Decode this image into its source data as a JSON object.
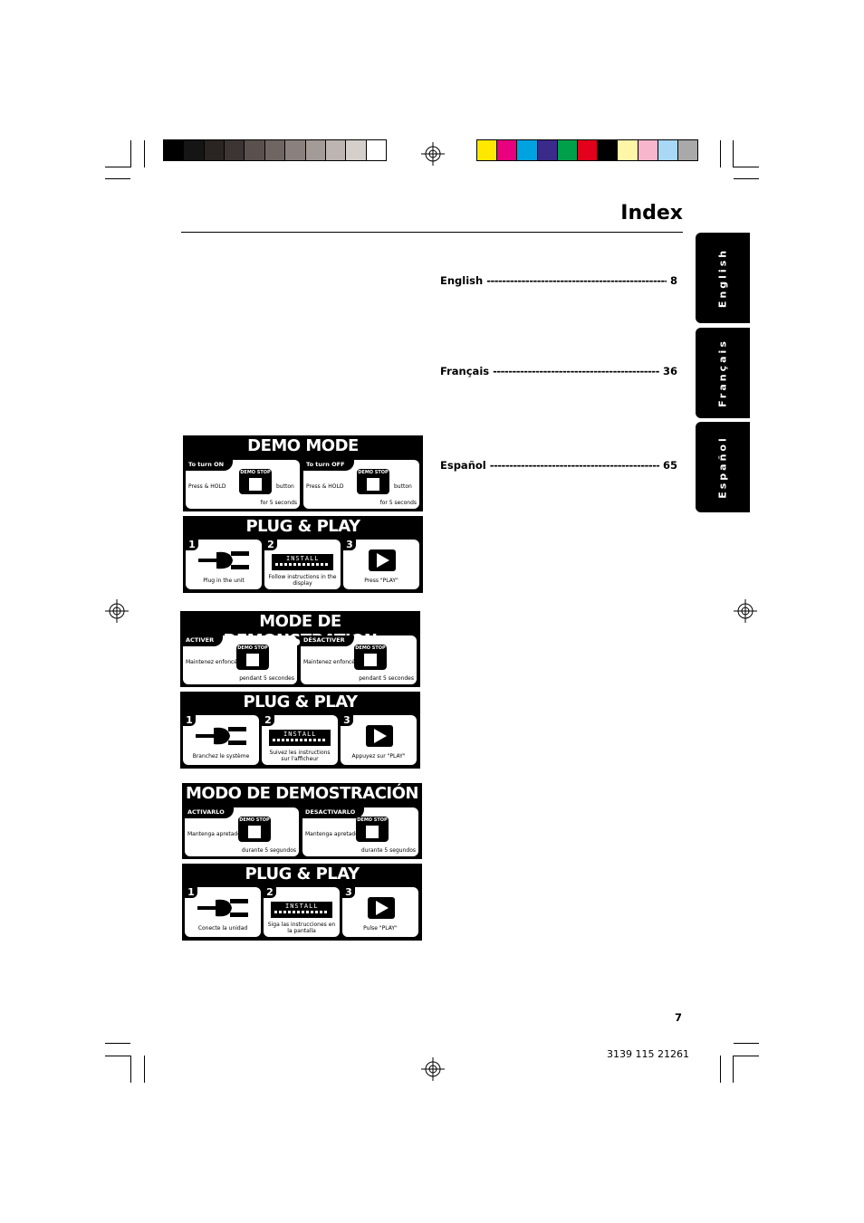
{
  "title": "Index",
  "entries": [
    {
      "lang": "English",
      "dots": "------------------------------------------------------------------",
      "page": "8"
    },
    {
      "lang": "Français",
      "dots": "------------------------------------------------------------------",
      "page": "36"
    },
    {
      "lang": "Español",
      "dots": "------------------------------------------------------------------",
      "page": "65"
    }
  ],
  "tabs": [
    "English",
    "Français",
    "Español"
  ],
  "strip_left_colors": [
    "#000000",
    "#151515",
    "#2a2522",
    "#3c3533",
    "#5a514e",
    "#6f6663",
    "#8a817e",
    "#a39b97",
    "#bdb5b1",
    "#d5cfcc",
    "#ffffff"
  ],
  "strip_right_colors": [
    "#ffe800",
    "#e8007e",
    "#00a3e0",
    "#3a2a8a",
    "#00a04a",
    "#e2001a",
    "#000000",
    "#fff6a8",
    "#f7b6cc",
    "#a8d8f5",
    "#a9a9a9"
  ],
  "panels": [
    {
      "mode_title": "DEMO MODE",
      "on_label": "To turn ON",
      "off_label": "To turn OFF",
      "press_hold": "Press & HOLD",
      "button": "button",
      "for_seconds": "for 5 seconds",
      "demo_stop": "DEMO STOP",
      "plug_title": "PLUG & PLAY",
      "step1": "Plug in the unit",
      "step2": "Follow instructions in the display",
      "step3": "Press \"PLAY\"",
      "display": "INSTALL"
    },
    {
      "mode_title": "MODE DE DEMONSTRATION",
      "on_label": "ACTIVER",
      "off_label": "DÉSACTIVER",
      "press_hold": "Maintenez enfoncé le bouton",
      "button": "",
      "for_seconds": "pendant 5 secondes",
      "demo_stop": "DEMO STOP",
      "plug_title": "PLUG & PLAY",
      "step1": "Branchez le système",
      "step2": "Suivez les instructions sur l'afficheur",
      "step3": "Appuyez sur \"PLAY\"",
      "display": "INSTALL"
    },
    {
      "mode_title": "MODO DE DEMOSTRACIÓN",
      "on_label": "ACTIVARLO",
      "off_label": "DESACTIVARLO",
      "press_hold": "Mantenga apretado el botón",
      "button": "",
      "for_seconds": "durante 5 segundos",
      "demo_stop": "DEMO STOP",
      "plug_title": "PLUG & PLAY",
      "step1": "Conecte la unidad",
      "step2": "Siga las instrucciones en la pantalla",
      "step3": "Pulse \"PLAY\"",
      "display": "INSTALL"
    }
  ],
  "page_number": "7",
  "doc_code": "3139 115 21261"
}
